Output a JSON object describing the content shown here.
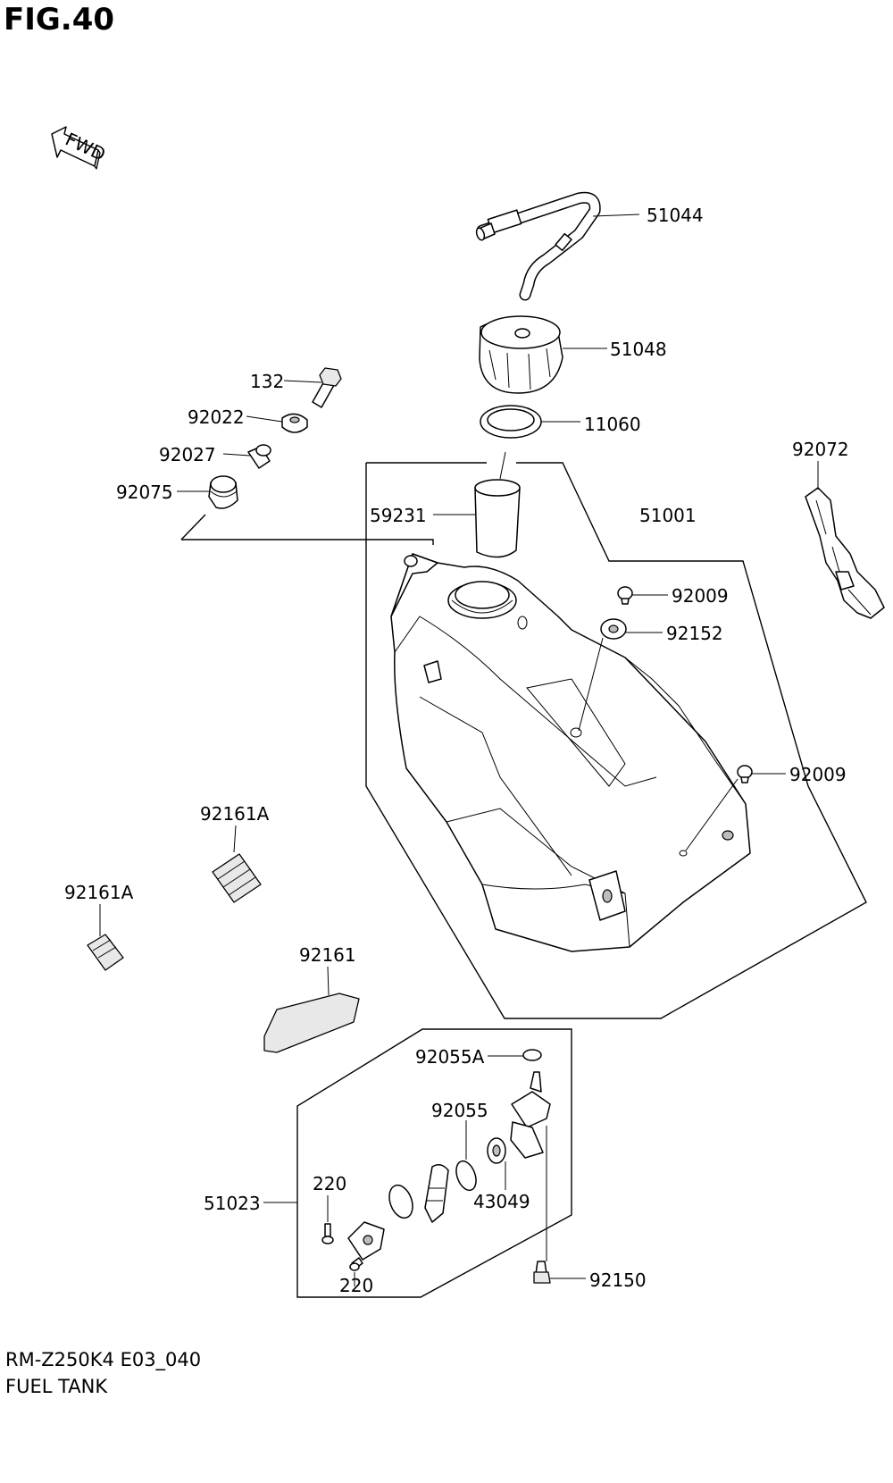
{
  "figure": {
    "title": "FIG.40"
  },
  "fwd_label": "FWD",
  "parts": [
    "51044",
    "51048",
    "132",
    "92022",
    "11060",
    "92027",
    "92072",
    "92075",
    "59231",
    "51001",
    "92009",
    "92152",
    "92009",
    "92161A",
    "92161A",
    "92161",
    "92055A",
    "92055",
    "220",
    "51023",
    "43049",
    "220",
    "92150"
  ],
  "footer": {
    "model_code": "RM-Z250K4 E03_040",
    "section_name": "FUEL TANK"
  }
}
